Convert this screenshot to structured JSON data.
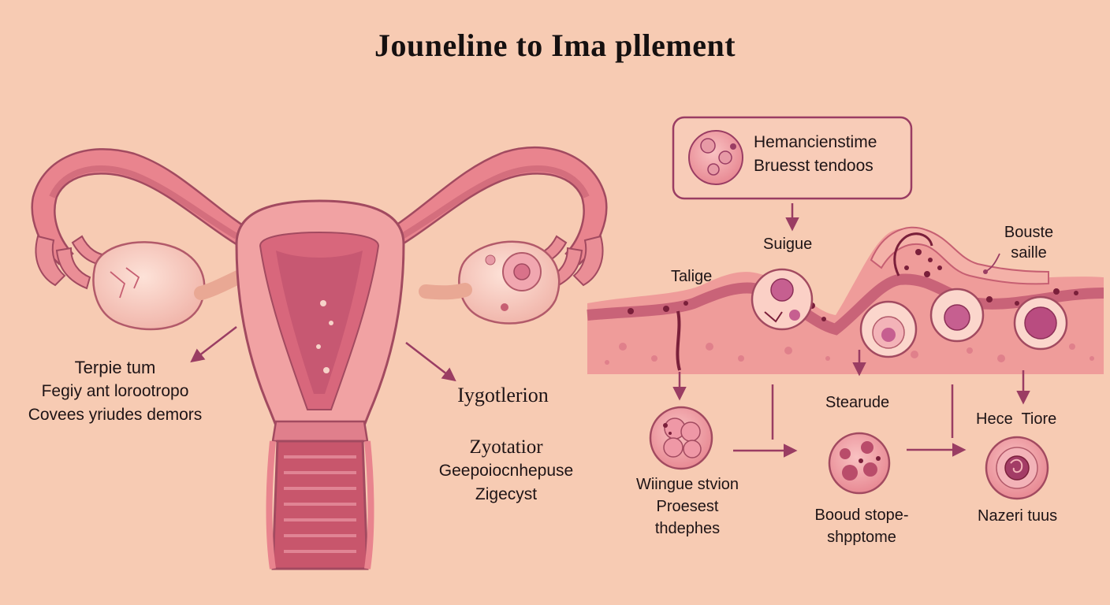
{
  "title": "Jouneline to Ima pllement",
  "left_labels": {
    "group1": {
      "line1": "Terpie tum",
      "line2": "Fegiy ant lorootropo",
      "line3": "Covees yriudes demors"
    },
    "group2": {
      "heading": "Iygotlerion",
      "line1": "Zyotatior",
      "line2": "Geepoiocnhepuse",
      "line3": "Zigecyst"
    }
  },
  "right_labels": {
    "callout": {
      "line1": "Hemancienstime",
      "line2": "Bruesst tendoos"
    },
    "suigue": "Suigue",
    "talige": "Talige",
    "bouste": {
      "line1": "Bouste",
      "line2": "saille"
    },
    "stage1": {
      "line1": "Wiingue stvion",
      "line2": "Proesest",
      "line3": "thdephes"
    },
    "stage2": {
      "top": "Stearude",
      "line1": "Booud stope-",
      "line2": "shpptome"
    },
    "stage3": {
      "top": "Hece  Tiore",
      "line1": "Nazeri tuus"
    }
  },
  "colors": {
    "background": "#f7cbb3",
    "arrow": "#9a3d63",
    "tissue": "#e9848e",
    "outline": "#a24a60"
  }
}
